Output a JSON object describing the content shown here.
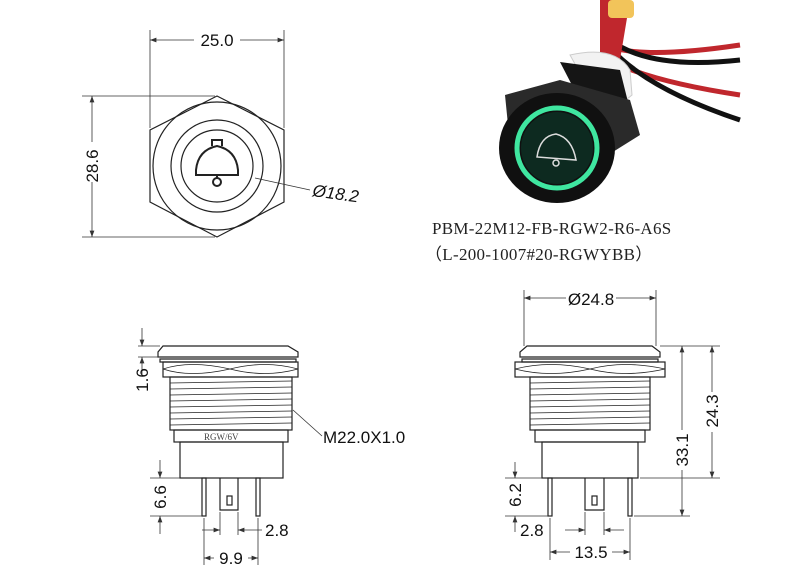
{
  "top_view": {
    "width": "25.0",
    "height": "28.6",
    "diameter": "Ø18.2",
    "icon": "bell-icon"
  },
  "product": {
    "part_number": "PBM-22M12-FB-RGW2-R6-A6S",
    "variant_code": "（L-200-1007#20-RGWYBB）",
    "ring_color": "#3fe6a0"
  },
  "side_view_left": {
    "head_height": "1.6",
    "thread": "M22.0X1.0",
    "marking": "RGW/6V",
    "pin_length": "6.6",
    "pin_width": "2.8",
    "pin_spacing": "9.9"
  },
  "side_view_right": {
    "diameter": "Ø24.8",
    "height_body": "24.3",
    "height_total": "33.1",
    "pin_length": "6.2",
    "pin_width": "2.8",
    "pin_spacing": "13.5"
  }
}
